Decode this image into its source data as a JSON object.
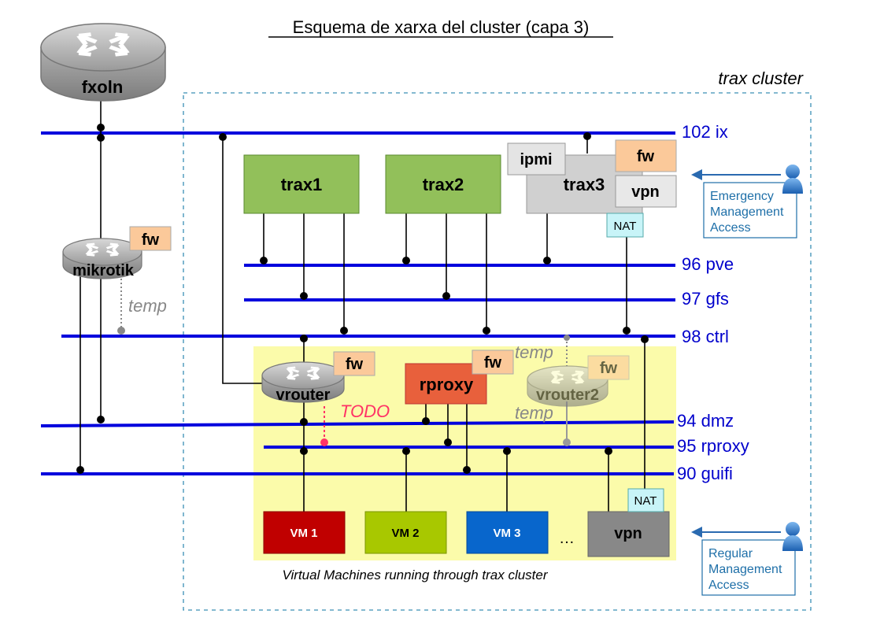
{
  "title": "Esquema de xarxa del cluster (capa 3)",
  "cluster_label": "trax cluster",
  "networks": [
    {
      "id": "ix",
      "label": "102 ix"
    },
    {
      "id": "pve",
      "label": "96 pve"
    },
    {
      "id": "gfs",
      "label": "97 gfs"
    },
    {
      "id": "ctrl",
      "label": "98 ctrl"
    },
    {
      "id": "dmz",
      "label": "94 dmz"
    },
    {
      "id": "rproxy",
      "label": "95 rproxy"
    },
    {
      "id": "guifi",
      "label": "90 guifi"
    }
  ],
  "routers": {
    "fxoln": "fxoln",
    "mikrotik": "mikrotik",
    "vrouter": "vrouter",
    "vrouter2": "vrouter2"
  },
  "hosts": {
    "trax1": "trax1",
    "trax2": "trax2",
    "trax3": "trax3",
    "ipmi": "ipmi",
    "fw": "fw",
    "vpn": "vpn",
    "nat": "NAT",
    "rproxy": "rproxy"
  },
  "vms": [
    "VM 1",
    "VM 2",
    "VM 3"
  ],
  "vm_ellipsis": "…",
  "vm_vpn": "vpn",
  "annotations": {
    "temp": "temp",
    "todo": "TODO",
    "vm_caption": "Virtual Machines running through trax cluster"
  },
  "access": {
    "emergency": [
      "Emergency",
      "Management",
      "Access"
    ],
    "regular": [
      "Regular",
      "Management",
      "Access"
    ]
  },
  "colors": {
    "network": "#0000dd",
    "trax_green": "#92c05a",
    "trax3_gray": "#d0d0d0",
    "fw_orange": "#fbc99a",
    "nat_cyan": "#c8f4f8",
    "yellow_zone": "#fbfbaa",
    "rproxy_red": "#e8603c",
    "vm1": "#c00000",
    "vm2": "#a8c800",
    "vm3": "#0866cc",
    "vpn_vm": "#888888",
    "todo_pink": "#ff3366",
    "access_blue": "#1e6fa8"
  }
}
